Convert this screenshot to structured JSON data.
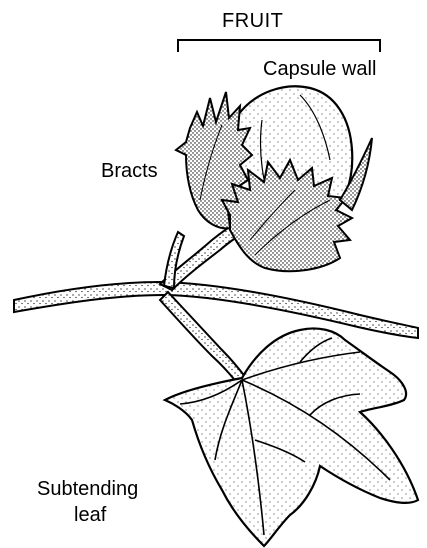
{
  "labels": {
    "fruit": "FRUIT",
    "capsule_wall": "Capsule wall",
    "bracts": "Bracts",
    "subtending_leaf_line1": "Subtending",
    "subtending_leaf_line2": "leaf"
  },
  "colors": {
    "ink": "#000000",
    "paper": "#ffffff"
  }
}
